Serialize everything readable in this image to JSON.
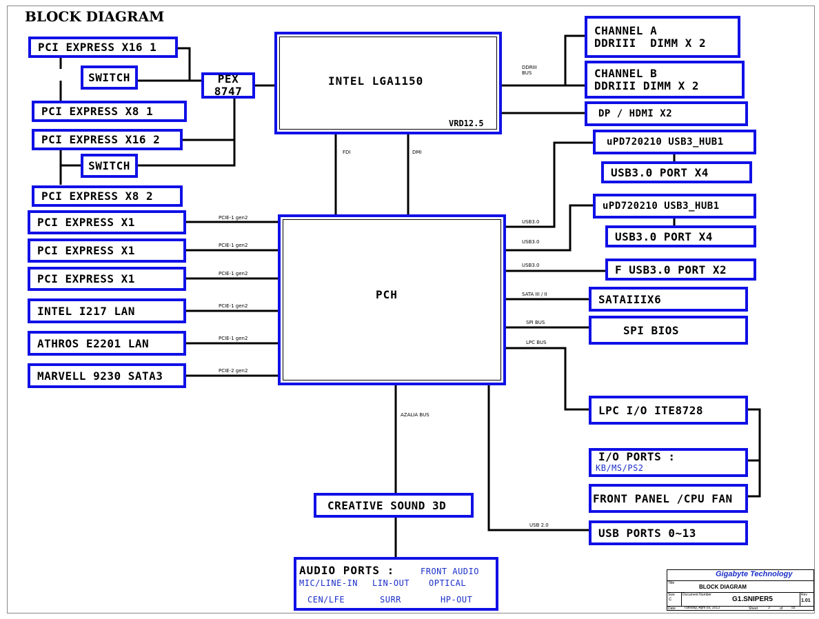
{
  "title": "BLOCK DIAGRAM",
  "colors": {
    "box_border": "#1010e6",
    "sub_text": "#1a2ec8",
    "line": "#000000"
  },
  "left_blocks": {
    "pcie_x16_1": "PCI EXPRESS X16 1",
    "switch_1": "SWITCH",
    "pcie_x8_1": "PCI EXPRESS X8 1",
    "pcie_x16_2": "PCI EXPRESS X16 2",
    "switch_2": "SWITCH",
    "pcie_x8_2": "PCI EXPRESS X8 2",
    "pcie_x1_a": "PCI EXPRESS X1",
    "pcie_x1_b": "PCI EXPRESS X1",
    "pcie_x1_c": "PCI EXPRESS X1",
    "lan_intel": "INTEL I217 LAN",
    "lan_athros": "ATHROS E2201 LAN",
    "sata_marvell": "MARVELL 9230 SATA3"
  },
  "pex": {
    "line1": "PEX",
    "line2": "8747"
  },
  "cpu": {
    "label": "INTEL LGA1150",
    "vrd": "VRD12.5"
  },
  "pch": {
    "label": "PCH"
  },
  "right_blocks": {
    "channel_a_1": "CHANNEL A",
    "channel_a_2": "DDRIII  DIMM X 2",
    "channel_b_1": "CHANNEL B",
    "channel_b_2": "DDRIII DIMM X 2",
    "dp_hdmi": "DP / HDMI X2",
    "hub1": "uPD720210 USB3_HUB1",
    "usb3_port_a": "USB3.0 PORT X4",
    "hub2": "uPD720210 USB3_HUB1",
    "usb3_port_b": "USB3.0 PORT X4",
    "f_usb3": "F USB3.0 PORT X2",
    "sata": "SATAIIIX6",
    "spi_bios": "SPI BIOS",
    "lpc_io": "LPC I/O ITE8728",
    "io_ports": "I/O PORTS :",
    "io_ports_sub": "KB/MS/PS2",
    "front_panel": "FRONT PANEL /CPU FAN",
    "usb_ports": "USB PORTS 0~13"
  },
  "audio": {
    "creative": "CREATIVE SOUND 3D",
    "ports_title": "AUDIO PORTS :",
    "front_audio": "FRONT AUDIO",
    "mic": "MIC/LINE-IN",
    "linout": "LIN-OUT",
    "optical": "OPTICAL",
    "cen": "CEN/LFE",
    "surr": "SURR",
    "hpout": "HP-OUT"
  },
  "bus_labels": {
    "ddr": "DDRIII",
    "ddr_bus": "BUS",
    "fdi": "FDI",
    "dmi": "DMI",
    "pcie1_a": "PCIE-1 gen2",
    "pcie1_b": "PCIE-1 gen2",
    "pcie1_c": "PCIE-1 gen2",
    "pcie1_d": "PCIE-1 gen2",
    "pcie1_e": "PCIE-1 gen2",
    "pcie2": "PCIE-2 gen2",
    "usb3_a": "USB3.0",
    "usb3_b": "USB3.0",
    "usb3_c": "USB3.0",
    "sata": "SATA III / II",
    "spi": "SPI BUS",
    "lpc": "LPC BUS",
    "azalia": "AZALIA BUS",
    "usb2": "USB 2.0"
  },
  "title_block": {
    "company": "Gigabyte Technology",
    "title_label": "Title",
    "title": "BLOCK DIAGRAM",
    "size_label": "Size",
    "size": "C",
    "docnum_label": "Document Number",
    "docnum": "G1.SNIPER5",
    "rev_label": "Rev",
    "rev": "1.01",
    "date_label": "Date:",
    "date": "Tuesday, April 09, 2013",
    "sheet_label": "Sheet",
    "sheet": "3",
    "of_label": "of",
    "of": "55"
  }
}
